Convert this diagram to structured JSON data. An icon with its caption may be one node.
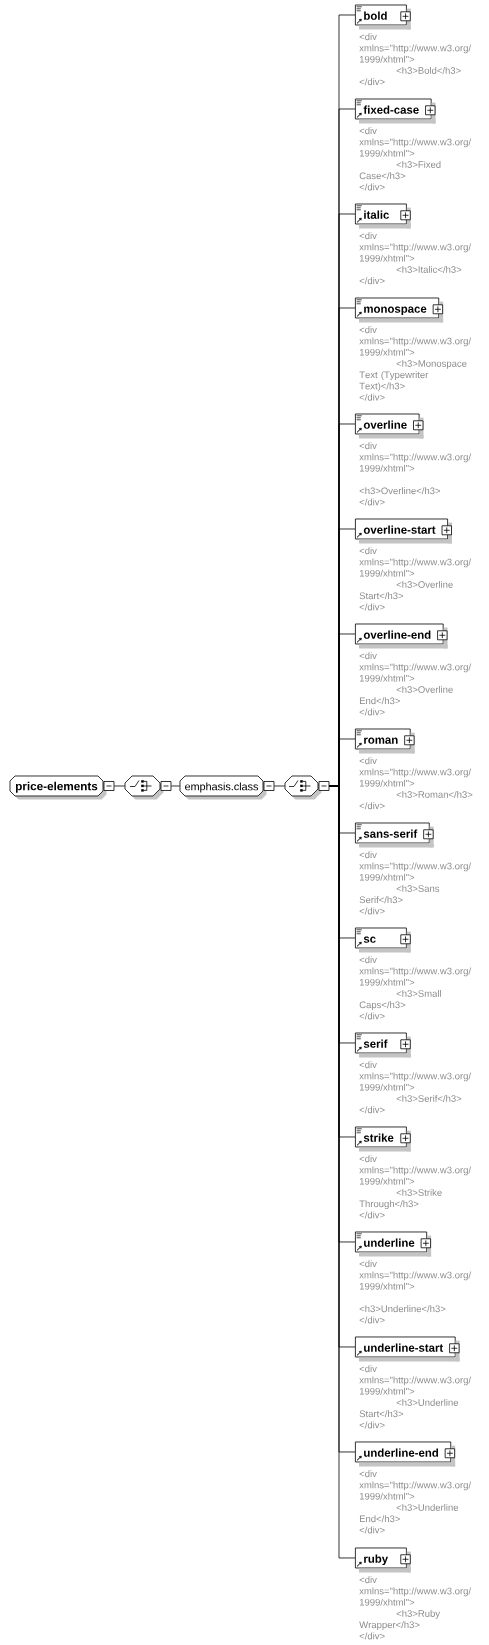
{
  "diagram": {
    "nodes": [
      {
        "text": [
          "price-elements"
        ]
      },
      {
        "text": [],
        "shape": "octagon"
      },
      {
        "text": [
          "emphasis.class"
        ]
      },
      {
        "text": [],
        "shape": "octagon"
      },
      {
        "text": [
          "bold"
        ],
        "beside": [
          "<div xmlns=\"http://www.w3.org/1999/xhtml\"> <h3>Bold</h3> </div>"
        ]
      },
      {
        "text": [
          "fixed-case"
        ],
        "beside": [
          "<div xmlns=\"http://www.w3.org/1999/xhtml\"> <h3>Fixed Case</h3> </div>"
        ]
      },
      {
        "text": [
          "italic"
        ],
        "beside": [
          "<div xmlns=\"http://www.w3.org/1999/xhtml\"> <h3>Italic</h3> </div>"
        ]
      },
      {
        "text": [
          "monospace"
        ],
        "beside": [
          "<div xmlns=\"http://www.w3.org/1999/xhtml\"> <h3>Monospace Text (Typewriter Text)</h3> </div>"
        ]
      },
      {
        "text": [
          "overline"
        ],
        "beside": [
          "<div xmlns=\"http://www.w3.org/1999/xhtml\"> <h3>Overline</h3> </div>"
        ]
      },
      {
        "text": [
          "overline-start"
        ],
        "beside": [
          "<div xmlns=\"http://www.w3.org/1999/xhtml\"> <h3>Overline Start</h3> </div>"
        ]
      },
      {
        "text": [
          "overline-end"
        ],
        "beside": [
          "<div xmlns=\"http://www.w3.org/1999/xhtml\"> <h3>Overline End</h3> </div>"
        ]
      },
      {
        "text": [
          "roman"
        ],
        "beside": [
          "<div xmlns=\"http://www.w3.org/1999/xhtml\"> <h3>Roman</h3> </div>"
        ]
      },
      {
        "text": [
          "sans-serif"
        ],
        "beside": [
          "<div xmlns=\"http://www.w3.org/1999/xhtml\"> <h3>Sans Serif</h3> </div>"
        ]
      },
      {
        "text": [
          "sc"
        ],
        "beside": [
          "<div xmlns=\"http://www.w3.org/1999/xhtml\"> <h3>Small Caps</h3> </div>"
        ]
      },
      {
        "text": [
          "serif"
        ],
        "beside": [
          "<div xmlns=\"http://www.w3.org/1999/xhtml\"> <h3>Serif</h3> </div>"
        ]
      },
      {
        "text": [
          "strike"
        ],
        "beside": [
          "<div xmlns=\"http://www.w3.org/1999/xhtml\"> <h3>Strike Through</h3> </div>"
        ]
      },
      {
        "text": [
          "underline"
        ],
        "beside": [
          "<div xmlns=\"http://www.w3.org/1999/xhtml\"> <h3>Underline</h3> </div>"
        ]
      },
      {
        "text": [
          "underline-start"
        ],
        "beside": [
          "<div xmlns=\"http://www.w3.org/1999/xhtml\"> <h3>Underline Start</h3> </div>"
        ]
      },
      {
        "text": [
          "underline-end"
        ],
        "beside": [
          "<div xmlns=\"http://www.w3.org/1999/xhtml\"> <h3>Underline End</h3> </div>"
        ]
      },
      {
        "text": [
          "ruby"
        ],
        "beside": [
          "<div xmlns=\"http://www.w3.org/1999/xhtml\"> <h3>Ruby Wrapper</h3> </div>"
        ]
      }
    ],
    "edges": [
      {
        "from": 0,
        "to": 1,
        "arrow": "none"
      },
      {
        "from": 1,
        "to": 2,
        "arrow": "none"
      },
      {
        "from": 2,
        "to": 3,
        "arrow": "none"
      },
      {
        "from": 3,
        "to": 4,
        "arrow": "none"
      },
      {
        "from": 3,
        "to": 5,
        "arrow": "none"
      },
      {
        "from": 3,
        "to": 6,
        "arrow": "none"
      },
      {
        "from": 3,
        "to": 7,
        "arrow": "none"
      },
      {
        "from": 3,
        "to": 8,
        "arrow": "none"
      },
      {
        "from": 3,
        "to": 9,
        "arrow": "none"
      },
      {
        "from": 3,
        "to": 10,
        "arrow": "none"
      },
      {
        "from": 3,
        "to": 11,
        "arrow": "none"
      },
      {
        "from": 3,
        "to": 12,
        "arrow": "none"
      },
      {
        "from": 3,
        "to": 13,
        "arrow": "none"
      },
      {
        "from": 3,
        "to": 14,
        "arrow": "none"
      },
      {
        "from": 3,
        "to": 15,
        "arrow": "none"
      },
      {
        "from": 3,
        "to": 16,
        "arrow": "none"
      },
      {
        "from": 3,
        "to": 17,
        "arrow": "none"
      },
      {
        "from": 3,
        "to": 18,
        "arrow": "none"
      },
      {
        "from": 3,
        "to": 19,
        "arrow": "none"
      }
    ]
  }
}
